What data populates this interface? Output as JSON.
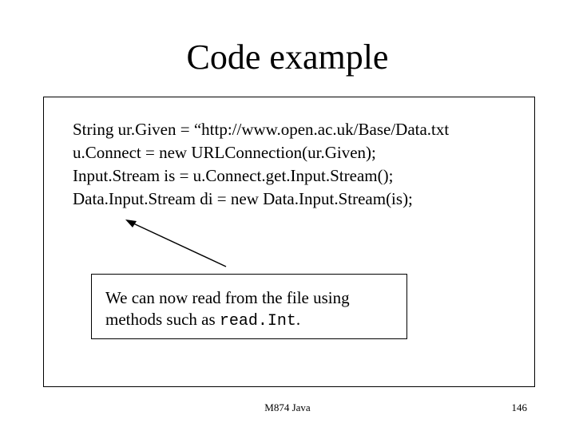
{
  "slide": {
    "title": "Code example",
    "code_lines": [
      "String ur.Given = “http://www.open.ac.uk/Base/Data.txt",
      "u.Connect = new URLConnection(ur.Given);",
      "Input.Stream is = u.Connect.get.Input.Stream();",
      "Data.Input.Stream di = new Data.Input.Stream(is);"
    ],
    "note": {
      "line1": "We can now read from the file using",
      "line2_prefix": "methods such as ",
      "line2_code": "read.Int",
      "line2_suffix": "."
    },
    "footer": {
      "course": "M874 Java",
      "page_number": "146"
    }
  }
}
